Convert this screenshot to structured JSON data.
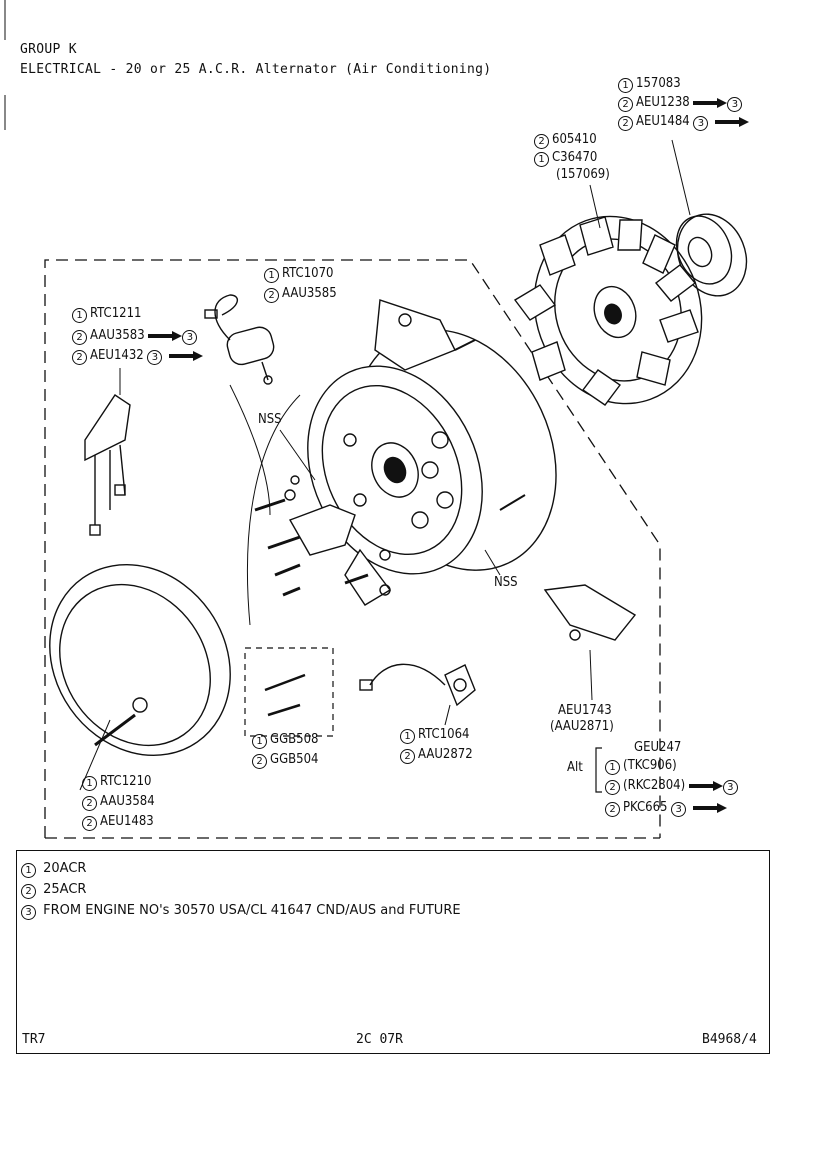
{
  "header": {
    "group": "GROUP K",
    "title": "ELECTRICAL - 20 or 25 A.C.R. Alternator (Air Conditioning)"
  },
  "callouts": {
    "pulley": {
      "line1": "157083",
      "line2": "AEU1238",
      "line3": "AEU1484"
    },
    "fan": {
      "line1": "605410",
      "line2": "C36470",
      "line3": "(157069)"
    },
    "capacitor": {
      "line1": "RTC1070",
      "line2": "AAU3585"
    },
    "brush_box": {
      "line1": "RTC1211",
      "line2": "AAU3583",
      "line3": "AEU1432"
    },
    "nss_top": "NSS",
    "nss_right": "NSS",
    "rectifier": {
      "line1": "AEU1743",
      "line2": "(AAU2871)"
    },
    "regulator_alt": {
      "alt": "Alt",
      "line1": "GEU247",
      "line2": "(TKC906)",
      "line3": "(RKC2804)",
      "line4": "PKC665"
    },
    "suppressor": {
      "line1": "RTC1064",
      "line2": "AAU2872"
    },
    "connector_kit": {
      "line1": "GGB508",
      "line2": "GGB504"
    },
    "end_cover": {
      "line1": "RTC1210",
      "line2": "AAU3584",
      "line3": "AEU1483"
    }
  },
  "legend": [
    {
      "num": "1",
      "text": "20ACR"
    },
    {
      "num": "2",
      "text": "25ACR"
    },
    {
      "num": "3",
      "text": "FROM ENGINE NO's 30570 USA/CL 41647 CND/AUS and FUTURE"
    }
  ],
  "footer": {
    "left": "TR7",
    "center": "2C 07R",
    "right": "B4968/4"
  }
}
